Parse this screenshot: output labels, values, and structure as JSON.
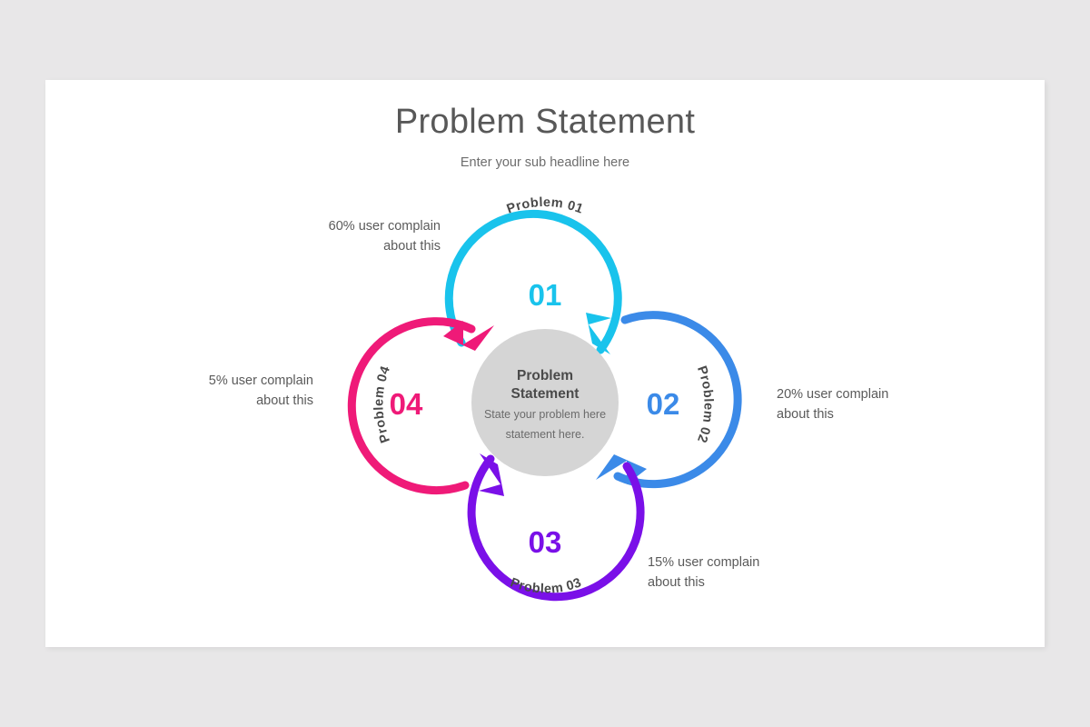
{
  "slide": {
    "title": "Problem Statement",
    "subtitle": "Enter your sub headline here",
    "background_color": "#e8e7e8",
    "surface_color": "#ffffff"
  },
  "center": {
    "title_line1": "Problem",
    "title_line2": "Statement",
    "description_line1": "State your problem here",
    "description_line2": "statement here.",
    "fill_color": "#d5d5d5"
  },
  "nodes": [
    {
      "id": "01",
      "number": "01",
      "curve_label": "Problem 01",
      "callout_line1": "60% user complain",
      "callout_line2": "about this",
      "percent": "60%",
      "color": "#19c3ec",
      "position": "top"
    },
    {
      "id": "02",
      "number": "02",
      "curve_label": "Problem 02",
      "callout_line1": "20% user complain",
      "callout_line2": "about this",
      "percent": "20%",
      "color": "#3b8ae8",
      "position": "right"
    },
    {
      "id": "03",
      "number": "03",
      "curve_label": "Problem 03",
      "callout_line1": "15% user complain",
      "callout_line2": "about this",
      "percent": "15%",
      "color": "#7a10e8",
      "position": "bottom"
    },
    {
      "id": "04",
      "number": "04",
      "curve_label": "Problem 04",
      "callout_line1": "5% user complain",
      "callout_line2": "about this",
      "percent": "5%",
      "color": "#ef1a78",
      "position": "left"
    }
  ]
}
